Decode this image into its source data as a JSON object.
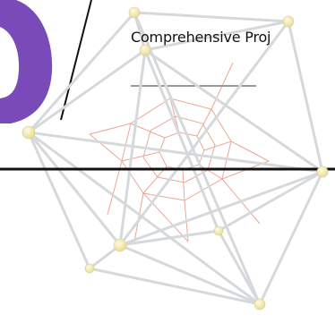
{
  "caption": {
    "text": "Comprehensive Proj"
  },
  "colors": {
    "purple_glyph": "#7a4bb8",
    "strut_outer": "#d9dcdf",
    "strut_inner": "#e59a86",
    "node": "#f3ecb4",
    "rule_line": "#111111"
  },
  "icons": {
    "glyph": "purple-letter-fragment",
    "model": "polyhedron-strut-model"
  }
}
